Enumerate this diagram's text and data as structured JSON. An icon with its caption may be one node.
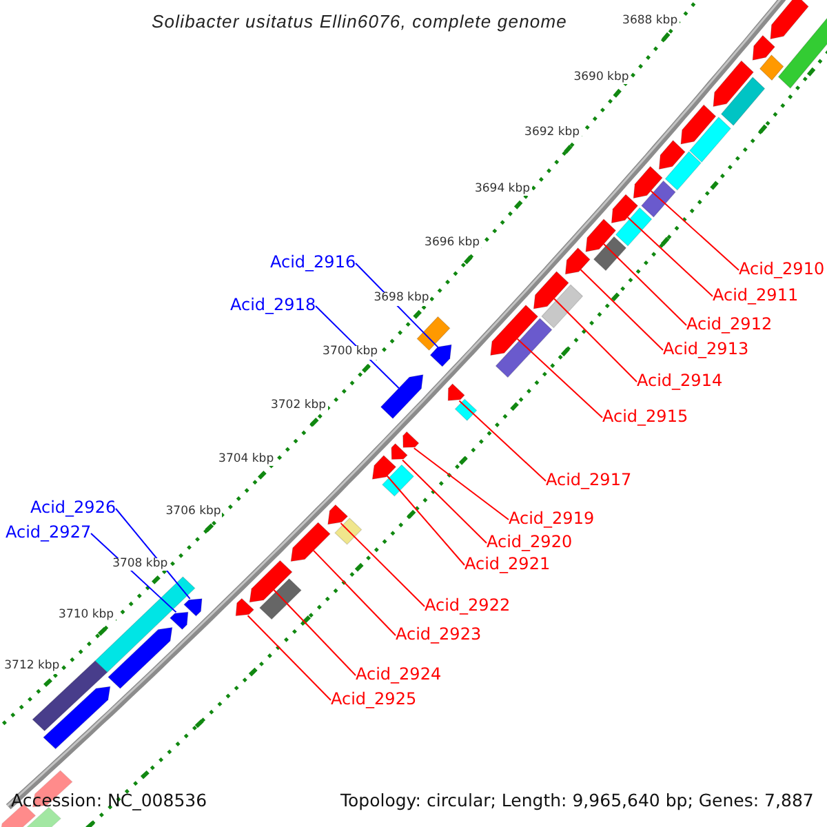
{
  "diagram": {
    "title": "Solibacter usitatus Ellin6076, complete genome",
    "nodes": [
      {
        "text": [
          "Acid_2916"
        ]
      },
      {
        "text": [
          "Acid_2910"
        ]
      },
      {
        "text": [
          "Acid_2911"
        ]
      },
      {
        "text": [
          "Acid_2918"
        ]
      },
      {
        "text": [
          "Acid_2912"
        ]
      },
      {
        "text": [
          "Acid_2913"
        ]
      },
      {
        "text": [
          "Acid_2914"
        ]
      },
      {
        "text": [
          "Acid_2915"
        ]
      },
      {
        "text": [
          "Acid_2917"
        ]
      },
      {
        "text": [
          "Acid_2926"
        ]
      },
      {
        "text": [
          "Acid_2919"
        ]
      },
      {
        "text": [
          "Acid_2927"
        ]
      },
      {
        "text": [
          "Acid_2920"
        ]
      },
      {
        "text": [
          "Acid_2921"
        ]
      },
      {
        "text": [
          "Acid_2922"
        ]
      },
      {
        "text": [
          "Acid_2923"
        ]
      },
      {
        "text": [
          "Acid_2924"
        ]
      },
      {
        "text": [
          "Acid_2925"
        ]
      },
      {
        "text": [],
        "shape": "pentagon"
      },
      {
        "text": [],
        "shape": "pentagon"
      },
      {
        "text": [],
        "shape": "pentagon"
      },
      {
        "text": [],
        "shape": "pentagon"
      },
      {
        "text": [],
        "shape": "pentagon"
      },
      {
        "text": [],
        "shape": "pentagon"
      },
      {
        "text": [],
        "shape": "pentagon"
      },
      {
        "text": [],
        "shape": "pentagon"
      },
      {
        "text": [],
        "shape": "pentagon"
      },
      {
        "text": [],
        "shape": "pentagon"
      },
      {
        "text": [],
        "shape": "pentagon"
      },
      {
        "text": [],
        "shape": "pentagon"
      },
      {
        "text": [],
        "shape": "pentagon"
      },
      {
        "text": [],
        "shape": "pentagon"
      },
      {
        "text": [],
        "shape": "pentagon"
      },
      {
        "text": [],
        "shape": "pentagon"
      },
      {
        "text": [],
        "shape": "pentagon"
      },
      {
        "text": [],
        "shape": "pentagon"
      },
      {
        "text": [],
        "shape": "pentagon"
      },
      {
        "text": [],
        "shape": "pentagon"
      },
      {
        "text": [],
        "shape": "pentagon"
      },
      {
        "text": [],
        "shape": "pentagon"
      },
      {
        "text": [],
        "shape": "pentagon"
      },
      {
        "text": [],
        "shape": "pentagon"
      },
      {
        "text": [],
        "shape": "pentagon"
      },
      {
        "text": [],
        "shape": "pentagon"
      },
      {
        "text": [],
        "shape": "pentagon"
      }
    ],
    "edges": [
      {
        "from": 0,
        "to": 24,
        "arrow": "none",
        "color": "#0000ff"
      },
      {
        "from": 1,
        "to": 18,
        "arrow": "none"
      },
      {
        "from": 2,
        "to": 19,
        "arrow": "none"
      },
      {
        "from": 3,
        "to": 26,
        "arrow": "none",
        "color": "#0000ff"
      },
      {
        "from": 4,
        "to": 20,
        "arrow": "none"
      },
      {
        "from": 5,
        "to": 21,
        "arrow": "none"
      },
      {
        "from": 6,
        "to": 22,
        "arrow": "none"
      },
      {
        "from": 7,
        "to": 23,
        "arrow": "none"
      },
      {
        "from": 8,
        "to": 25,
        "arrow": "none"
      },
      {
        "from": 9,
        "to": 34,
        "arrow": "none",
        "color": "#0000ff"
      },
      {
        "from": 10,
        "to": 27,
        "arrow": "none"
      },
      {
        "from": 11,
        "to": 35,
        "arrow": "none",
        "color": "#0000ff"
      },
      {
        "from": 12,
        "to": 28,
        "arrow": "none"
      },
      {
        "from": 13,
        "to": 29,
        "arrow": "none"
      },
      {
        "from": 14,
        "to": 30,
        "arrow": "none"
      },
      {
        "from": 15,
        "to": 31,
        "arrow": "none"
      },
      {
        "from": 16,
        "to": 32,
        "arrow": "none"
      },
      {
        "from": 17,
        "to": 33,
        "arrow": "none"
      }
    ],
    "labels": [
      "3688 kbp",
      "3690 kbp",
      "3692 kbp",
      "3694 kbp",
      "3696 kbp",
      "3698 kbp",
      "3700 kbp",
      "3702 kbp",
      "3704 kbp",
      "3706 kbp",
      "3708 kbp",
      "3710 kbp",
      "3712 kbp",
      "Accession: NC_008536",
      "Topology: circular; Length: 9,965,640 bp; Genes: 7,887"
    ]
  }
}
